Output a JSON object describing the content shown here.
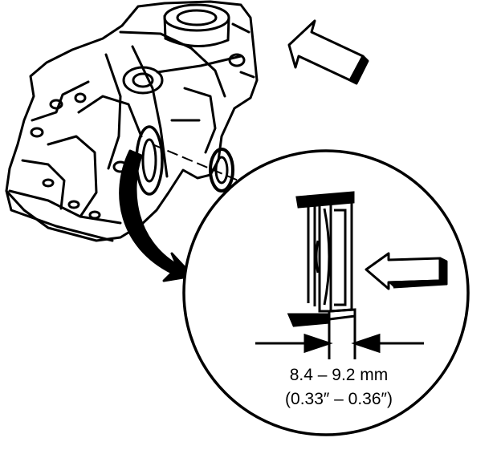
{
  "diagram": {
    "measurement": {
      "metric": "8.4 – 9.2  mm",
      "imperial": "(0.33″ – 0.36″)"
    },
    "colors": {
      "ink": "#000000",
      "paper": "#ffffff"
    },
    "icons": [
      "install-direction-arrow",
      "detail-callout-arrow",
      "press-direction-arrow",
      "dimension-arrow-left",
      "dimension-arrow-right"
    ]
  }
}
